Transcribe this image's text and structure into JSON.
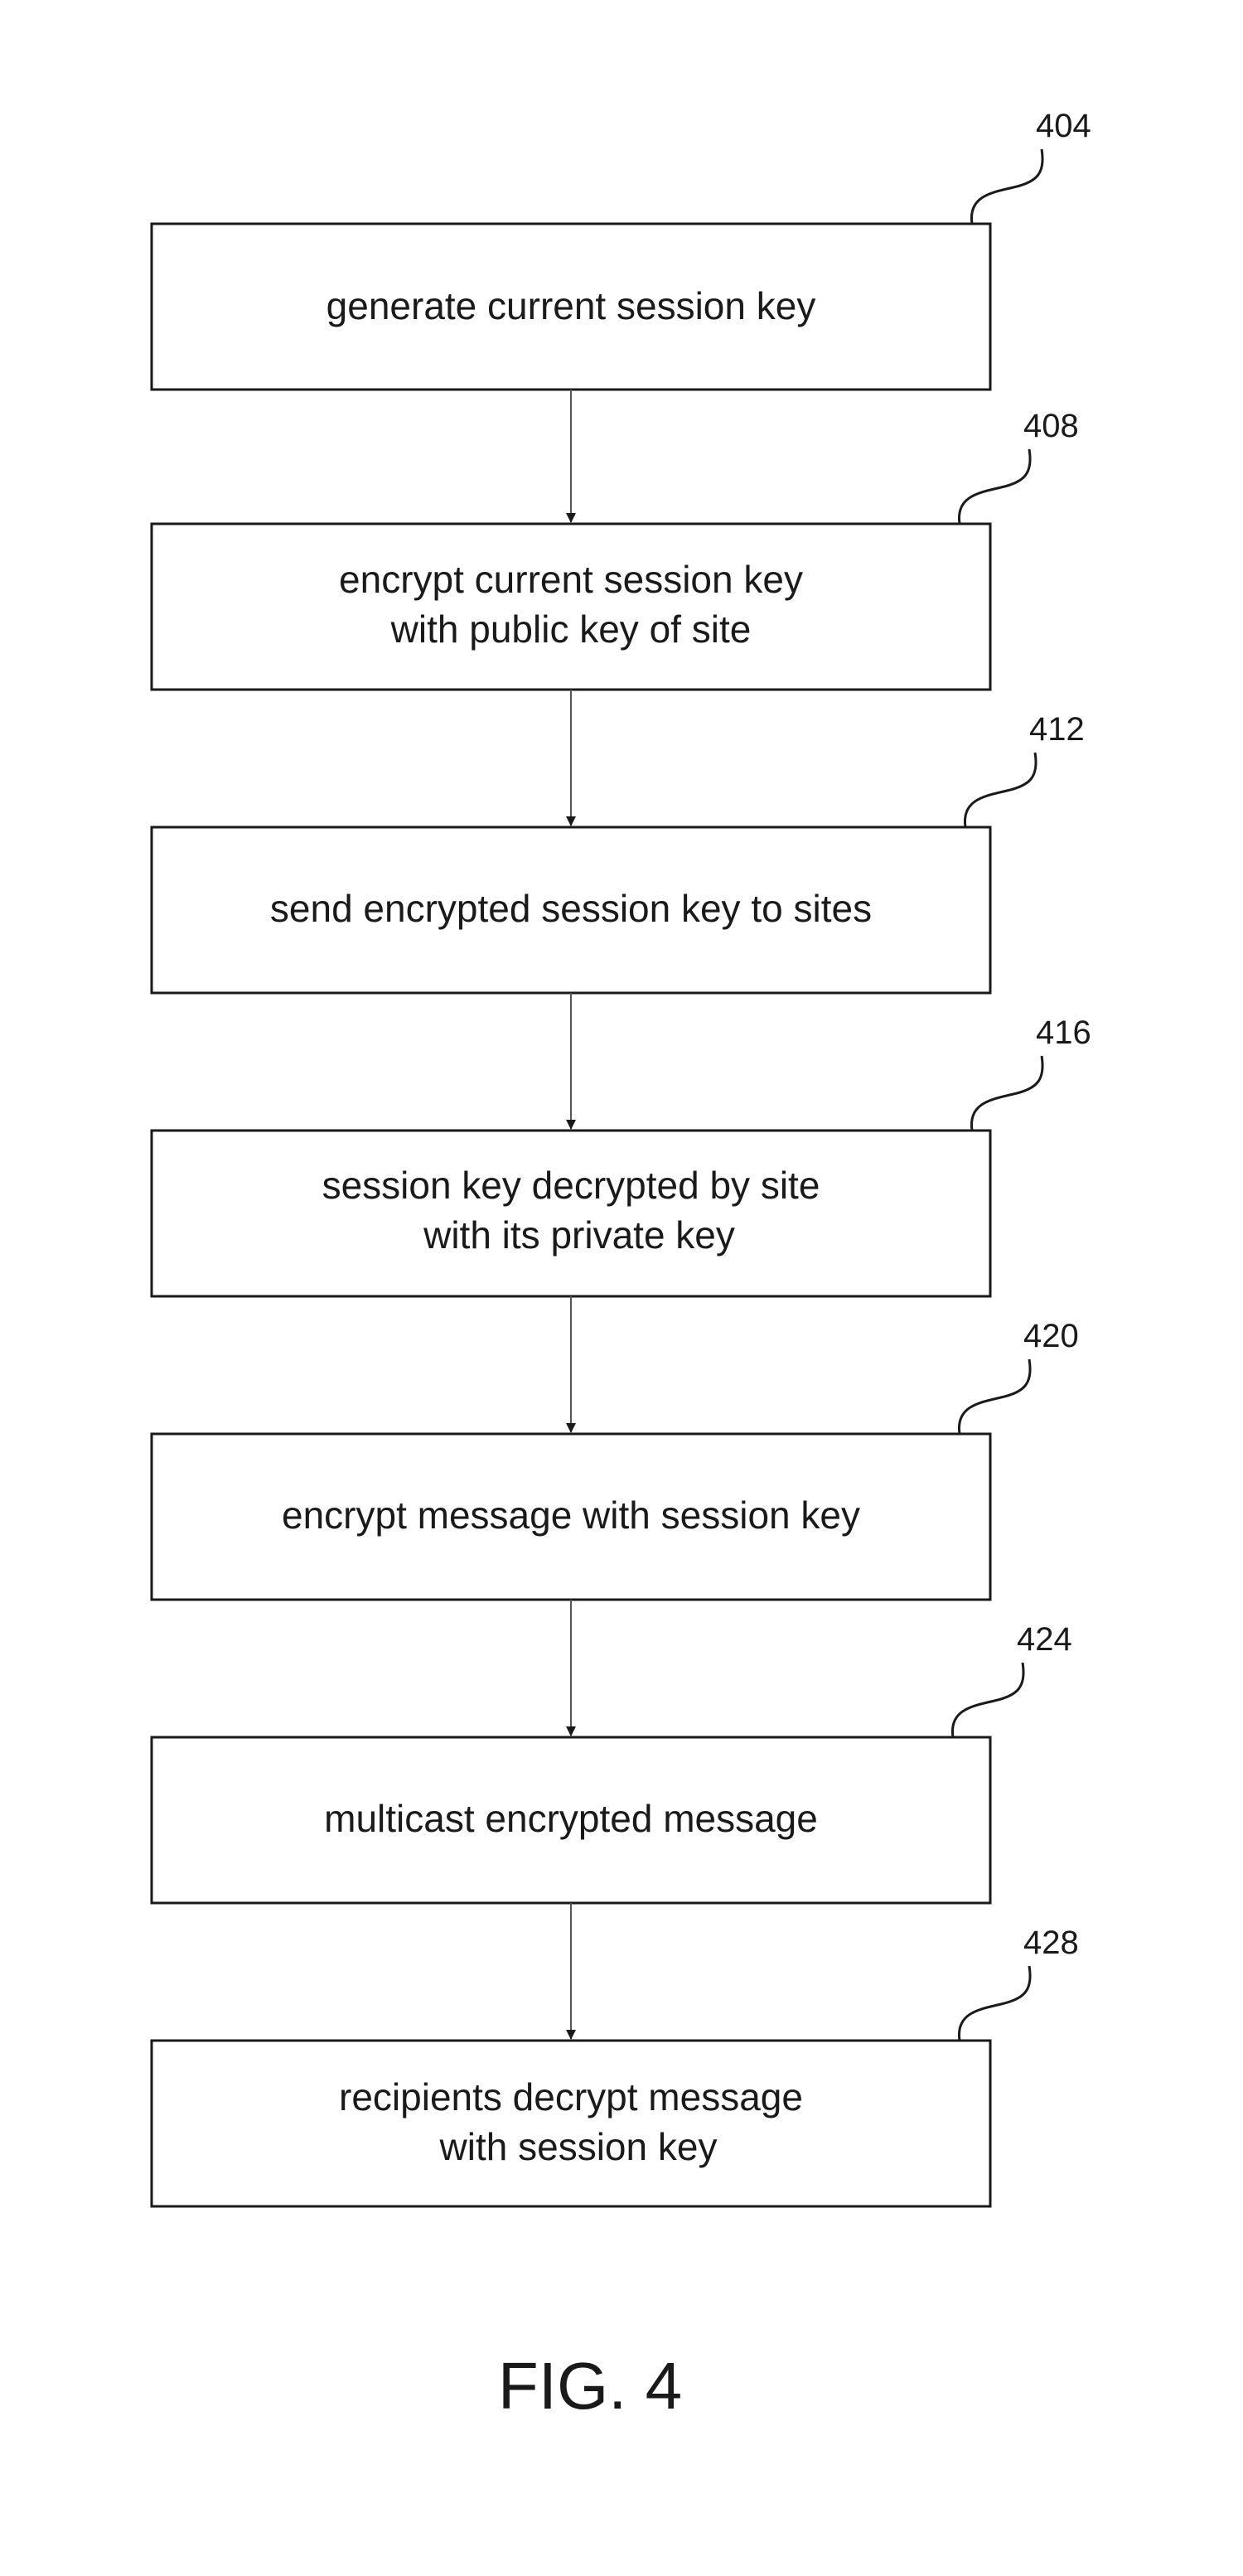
{
  "steps": [
    {
      "ref": "404",
      "lines": [
        "generate current session key"
      ]
    },
    {
      "ref": "408",
      "lines": [
        "encrypt current session key",
        "with public key of site"
      ]
    },
    {
      "ref": "412",
      "lines": [
        "send encrypted session key to sites"
      ]
    },
    {
      "ref": "416",
      "lines": [
        "session key decrypted by site",
        "with its private key"
      ]
    },
    {
      "ref": "420",
      "lines": [
        "encrypt message with session key"
      ]
    },
    {
      "ref": "424",
      "lines": [
        "multicast encrypted message"
      ]
    },
    {
      "ref": "428",
      "lines": [
        "recipients decrypt message",
        "with session key"
      ]
    }
  ],
  "caption": "FIG. 4"
}
